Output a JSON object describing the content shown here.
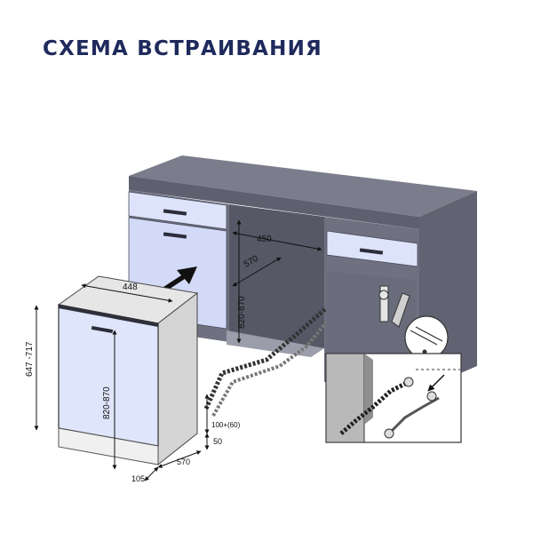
{
  "title": "СХЕМА ВСТРАИВАНИЯ",
  "dimensions": {
    "niche_width": "450",
    "niche_depth": "570",
    "niche_height": "820-870",
    "dw_width": "448",
    "dw_height": "647 -717",
    "door_height": "820-870",
    "plinth_height": "100+(60)",
    "plinth_gap": "50",
    "bottom_depth": "570",
    "bottom_offset": "105"
  },
  "colors": {
    "title": "#1f2a5c",
    "cabinet": "#6c6e7d",
    "cabinet_front": "#dde3fb",
    "dishwasher_door": "#dfe6fb",
    "dishwasher_body": "#d7d7d7"
  }
}
